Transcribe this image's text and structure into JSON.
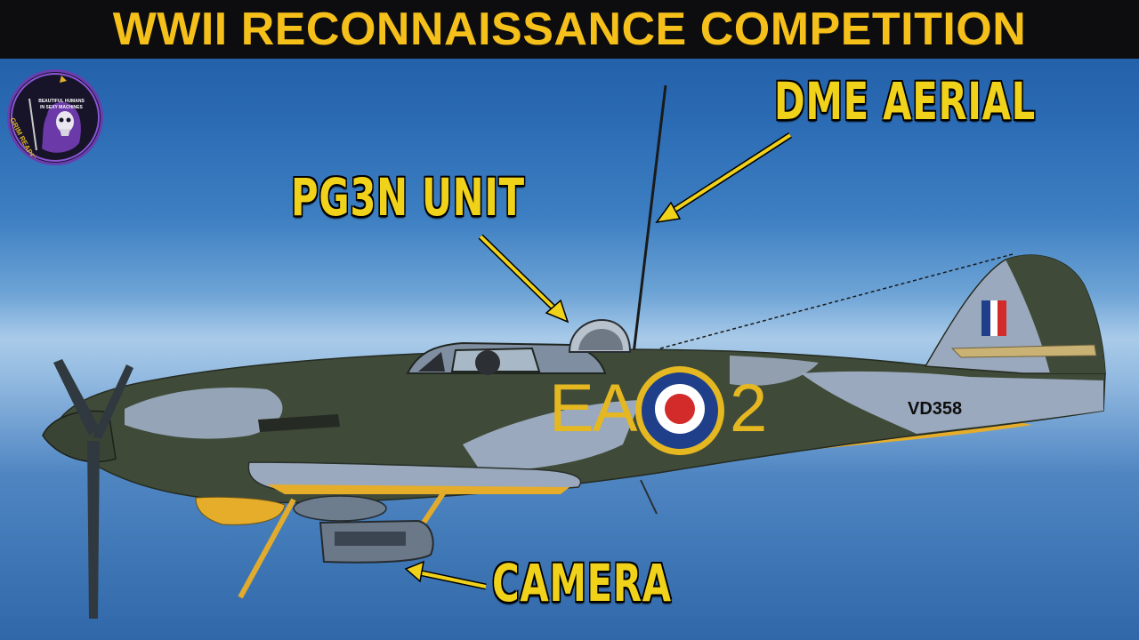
{
  "title": "WWII RECONNAISSANCE COMPETITION",
  "logo": {
    "line1": "BEAUTIFUL HUMANS",
    "line2": "IN SEXY MACHINES",
    "arc_text": "GRIM REAPERS"
  },
  "callouts": {
    "dme": "DME AERIAL",
    "pg3n": "PG3N UNIT",
    "camera": "CAMERA"
  },
  "aircraft": {
    "code_left": "EA",
    "code_right": "2",
    "serial": "VD358"
  },
  "colors": {
    "title_text": "#f6c01a",
    "callout_text": "#f1d21b",
    "camo_green": "#3f4a38",
    "camo_grey": "#9aa9bd",
    "roundel_blue": "#1f3f8a",
    "roundel_red": "#d32a2a",
    "underside_yellow": "#e5ad2a"
  }
}
